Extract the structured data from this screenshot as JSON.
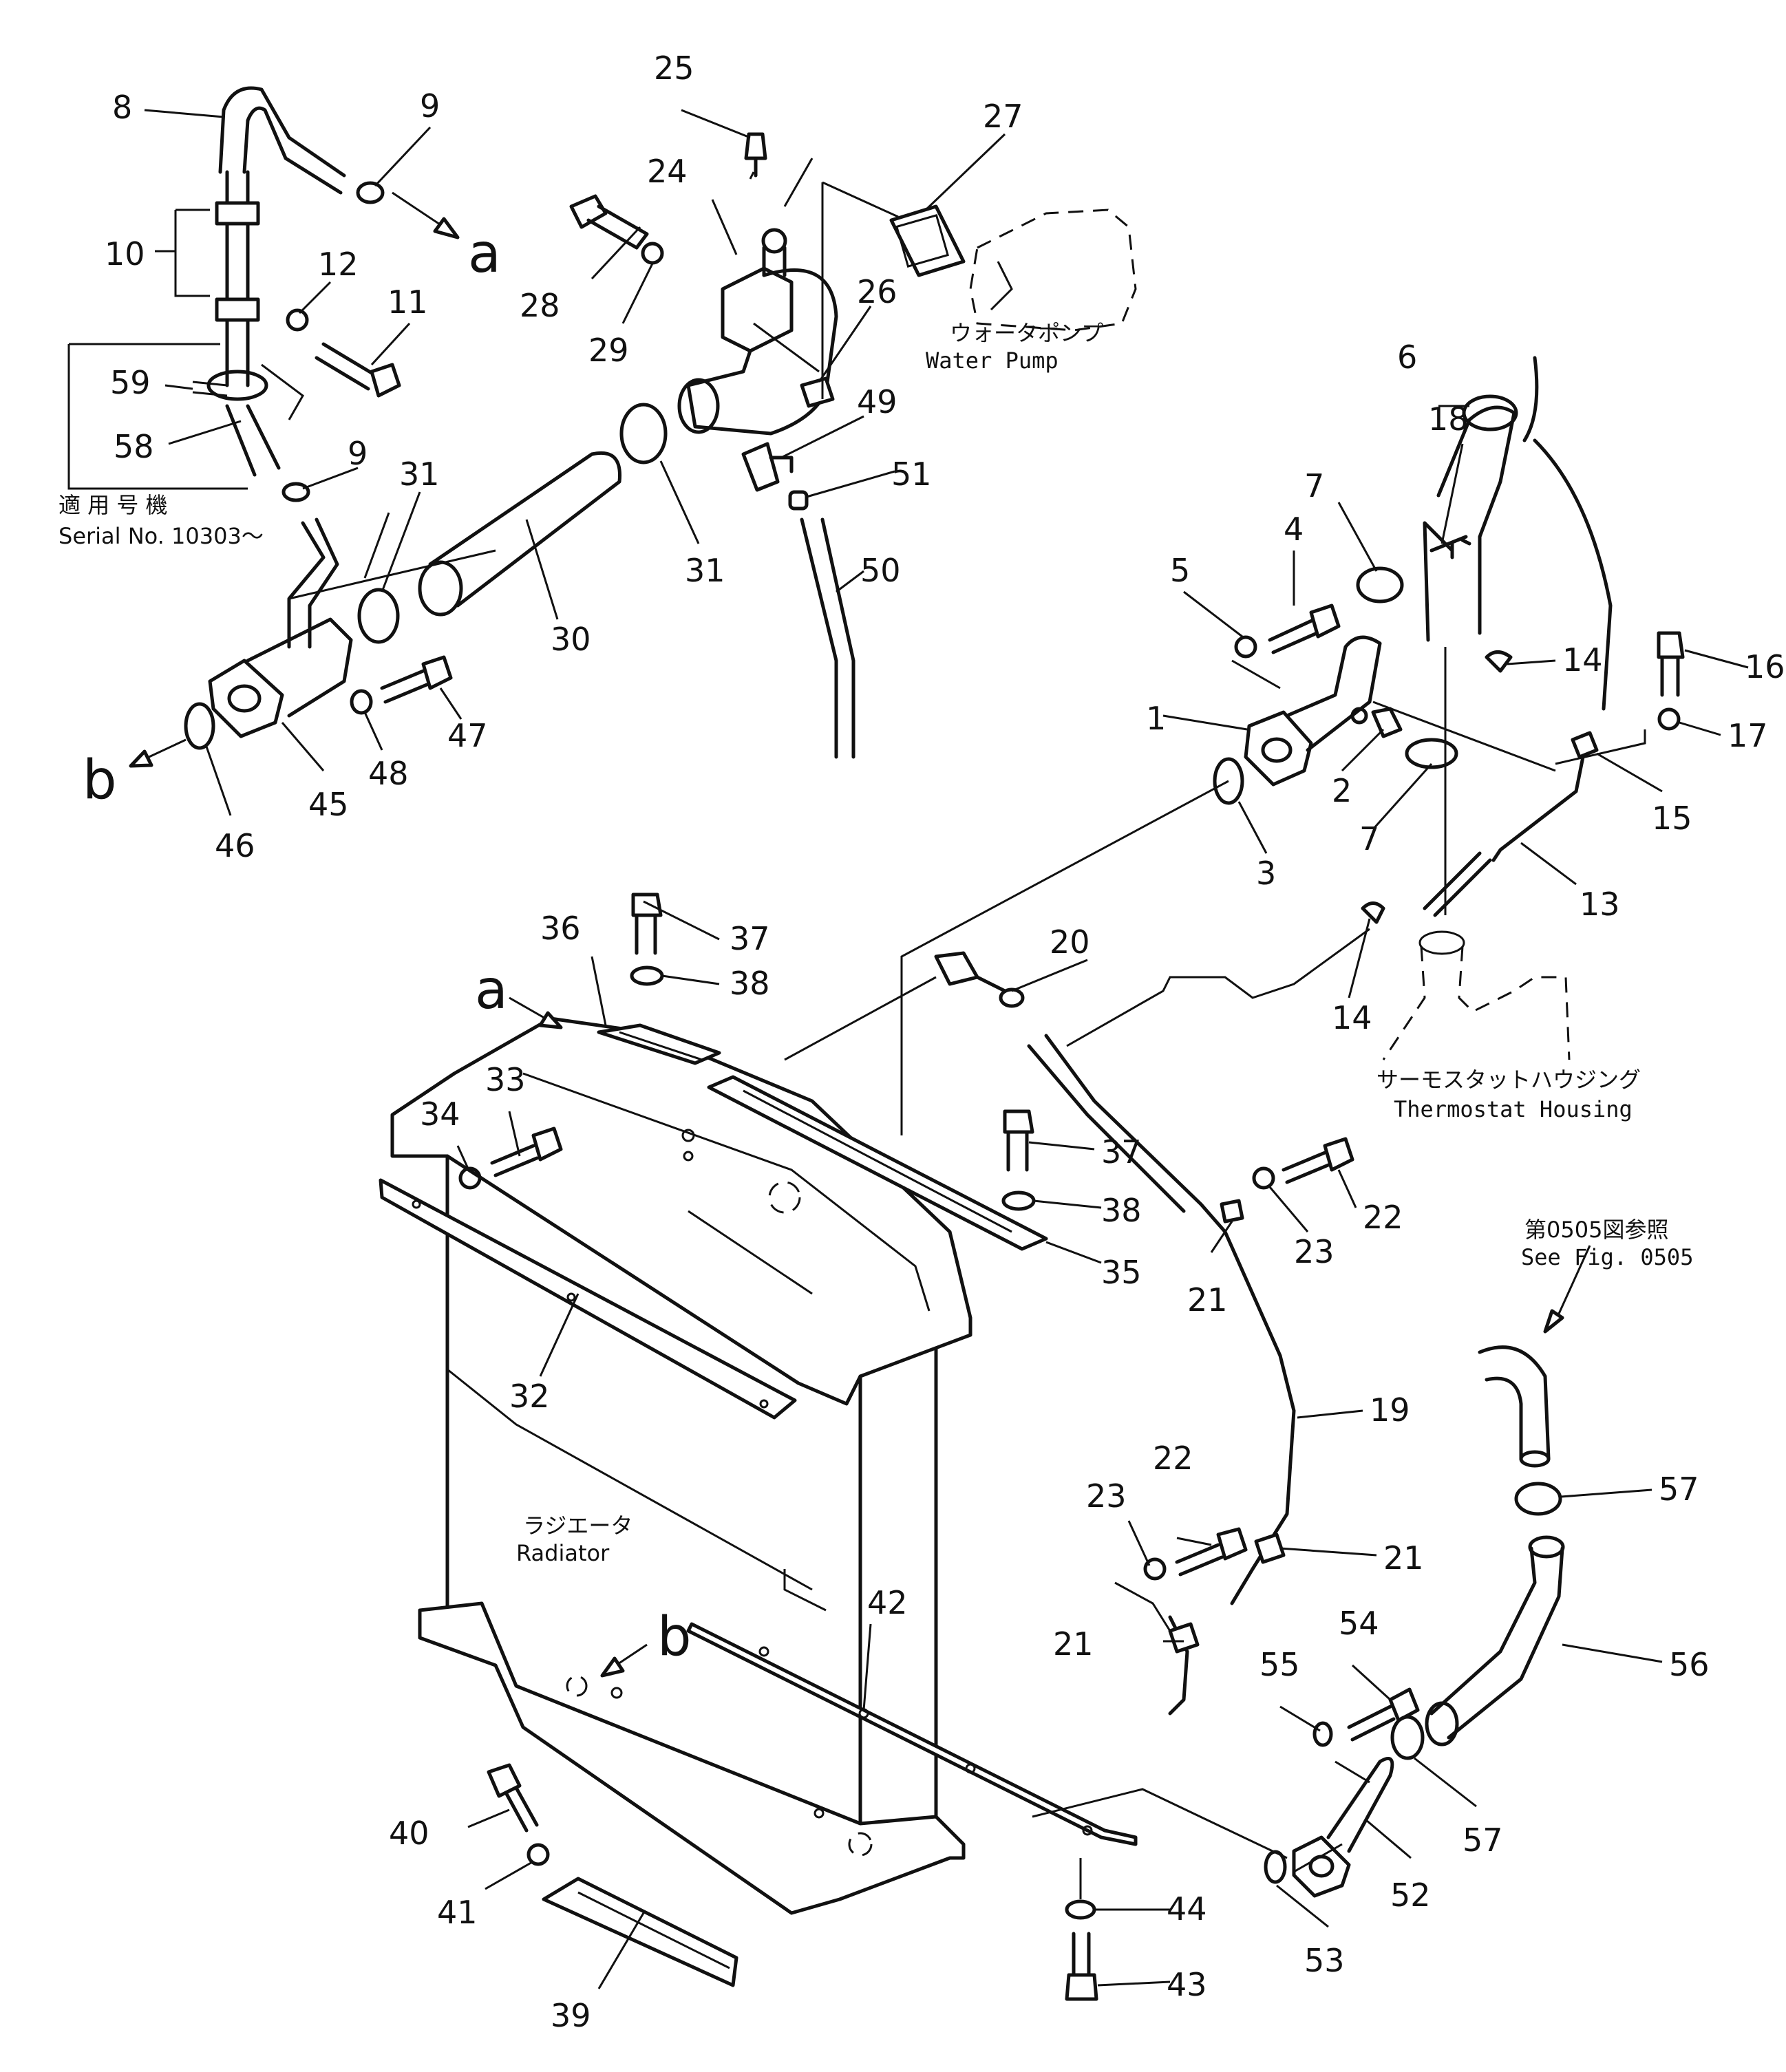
{
  "labels": {
    "water_pump_jp": "ウォータポンプ",
    "water_pump_en": "Water Pump",
    "serial_jp": "適 用 号 機",
    "serial_en": "Serial No. 10303～",
    "thermostat_jp": "サーモスタットハウジング",
    "thermostat_en": "Thermostat Housing",
    "radiator_jp": "ラジエータ",
    "radiator_en": "Radiator",
    "see_fig_jp": "第0505図参照",
    "see_fig_en": "See Fig. 0505"
  },
  "letters": {
    "a": "a",
    "b": "b"
  },
  "parts": {
    "p1": "1",
    "p2": "2",
    "p3": "3",
    "p4": "4",
    "p5": "5",
    "p6": "6",
    "p7": "7",
    "p8": "8",
    "p9": "9",
    "p10": "10",
    "p11": "11",
    "p12": "12",
    "p13": "13",
    "p14": "14",
    "p15": "15",
    "p16": "16",
    "p17": "17",
    "p18": "18",
    "p19": "19",
    "p20": "20",
    "p21": "21",
    "p22": "22",
    "p23": "23",
    "p24": "24",
    "p25": "25",
    "p26": "26",
    "p27": "27",
    "p28": "28",
    "p29": "29",
    "p30": "30",
    "p31": "31",
    "p32": "32",
    "p33": "33",
    "p34": "34",
    "p35": "35",
    "p36": "36",
    "p37": "37",
    "p38": "38",
    "p39": "39",
    "p40": "40",
    "p41": "41",
    "p42": "42",
    "p43": "43",
    "p44": "44",
    "p45": "45",
    "p46": "46",
    "p47": "47",
    "p48": "48",
    "p49": "49",
    "p50": "50",
    "p51": "51",
    "p52": "52",
    "p53": "53",
    "p54": "54",
    "p55": "55",
    "p56": "56",
    "p57": "57",
    "p58": "58",
    "p59": "59"
  }
}
